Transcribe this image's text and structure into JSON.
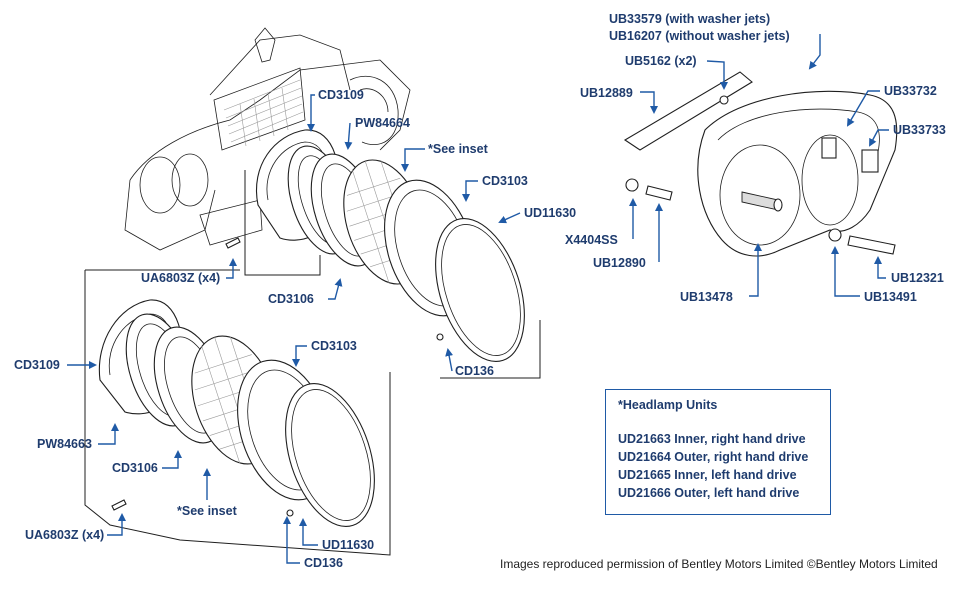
{
  "labels": {
    "ub33579": "UB33579 (with washer jets)",
    "ub16207": "UB16207 (without washer jets)",
    "ub5162": "UB5162 (x2)",
    "ub12889": "UB12889",
    "ub33732": "UB33732",
    "ub33733": "UB33733",
    "x4404ss": "X4404SS",
    "ub12890": "UB12890",
    "ub13478": "UB13478",
    "ub12321": "UB12321",
    "ub13491": "UB13491",
    "cd3109_top": "CD3109",
    "pw84664": "PW84664",
    "see_inset_top": "*See inset",
    "cd3103_top": "CD3103",
    "ud11630_top": "UD11630",
    "ua6803z_top": "UA6803Z (x4)",
    "cd3106_top": "CD3106",
    "cd136_top": "CD136",
    "cd3109_bottom": "CD3109",
    "cd3103_bottom": "CD3103",
    "pw84663": "PW84663",
    "cd3106_bottom": "CD3106",
    "see_inset_bottom": "*See inset",
    "ua6803z_bottom": "UA6803Z (x4)",
    "ud11630_bottom": "UD11630",
    "cd136_bottom": "CD136"
  },
  "inset": {
    "title": "*Headlamp Units",
    "rows": [
      "UD21663 Inner, right hand drive",
      "UD21664 Outer, right hand drive",
      "UD21665 Inner, left hand drive",
      "UD21666 Outer, left hand drive"
    ]
  },
  "credit": "Images reproduced permission of Bentley Motors Limited ©Bentley Motors Limited",
  "colors": {
    "label": "#1f3c6e",
    "leader": "#1f5aa6",
    "linework": "#1f1f1f"
  }
}
